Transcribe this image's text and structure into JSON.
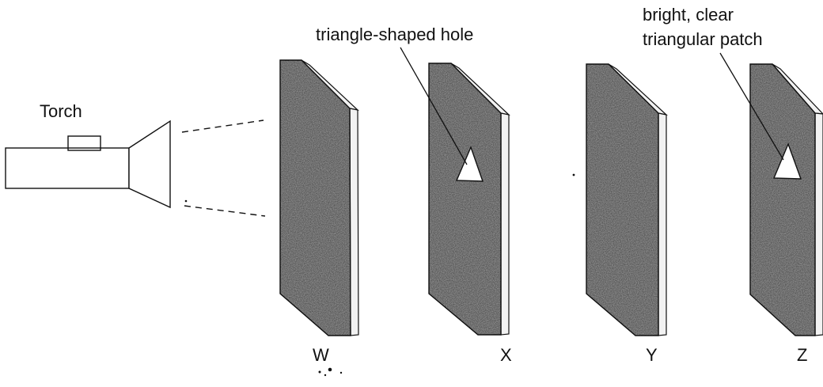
{
  "labels": {
    "torch": "Torch",
    "hole_annotation": "triangle-shaped hole",
    "patch_annotation_line1": "bright, clear",
    "patch_annotation_line2": "triangular patch",
    "screen_w": "W",
    "screen_x": "X",
    "screen_y": "Y",
    "screen_z": "Z"
  },
  "colors": {
    "stroke": "#111111",
    "screen_fill": "#8c8c8c",
    "screen_edge": "#f2f2f2",
    "hole_fill": "#ffffff"
  }
}
